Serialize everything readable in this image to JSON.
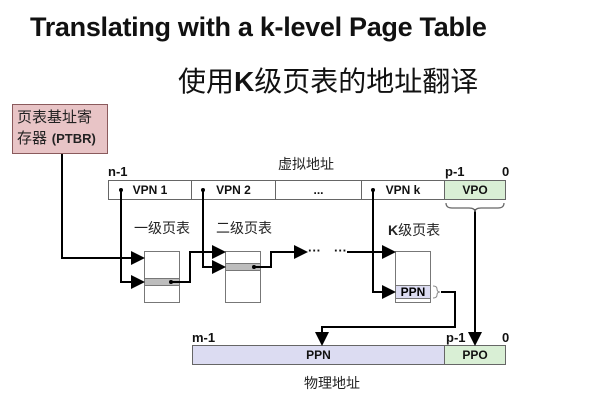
{
  "title": "Translating with a k-level Page Table",
  "subtitle": {
    "pre": "使用",
    "bold": "K",
    "post": "级页表的地址翻译"
  },
  "ptbr": {
    "line1": "页表基址寄",
    "line2_cn": "存器 ",
    "line2_en": "(PTBR)"
  },
  "virtual_address": {
    "label": "虚拟地址",
    "msb_label": "n-1",
    "p_label": "p-1",
    "zero_label": "0",
    "fields": [
      "VPN 1",
      "VPN 2",
      "...",
      "VPN k",
      "VPO"
    ]
  },
  "tables": {
    "level1": "一级页表",
    "level2": "二级页表",
    "levelk_bold": "K",
    "levelk_rest": "级页表",
    "ellipsis1": "···",
    "ellipsis2": "···",
    "ppn_entry": "PPN"
  },
  "physical_address": {
    "label": "物理地址",
    "msb_label": "m-1",
    "p_label": "p-1",
    "zero_label": "0",
    "fields": [
      "PPN",
      "PPO"
    ]
  },
  "colors": {
    "ptbr_fill": "#e8c4c6",
    "offset_fill": "#d9efd5",
    "ppn_fill": "#dcdcf2",
    "entry_fill": "#bdbdbd"
  }
}
